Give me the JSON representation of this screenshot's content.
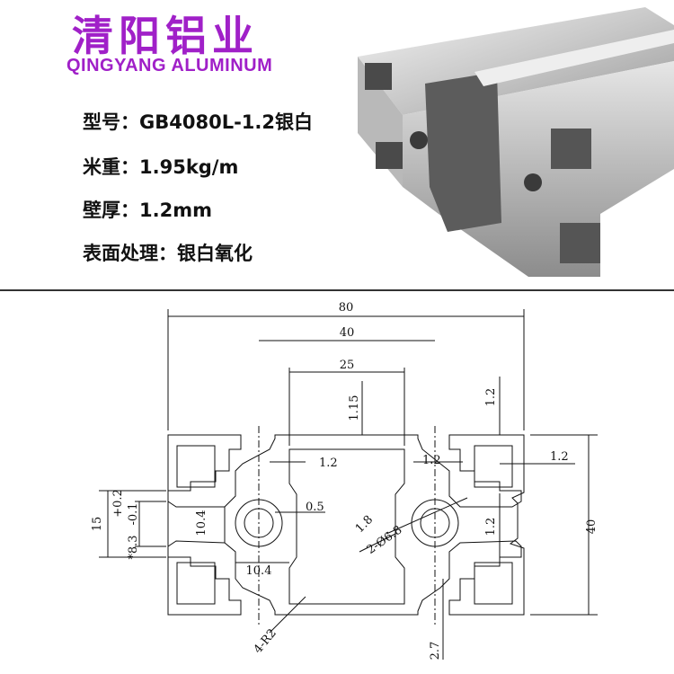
{
  "header": {
    "brand_cn": "清阳铝业",
    "brand_en": "QINGYANG ALUMINUM"
  },
  "specs": {
    "model": "型号：GB4080L-1.2银白",
    "weight": "米重：1.95kg/m",
    "wall": "壁厚：1.2mm",
    "finish": "表面处理：银白氧化"
  },
  "drawing": {
    "width_total": "80",
    "width_inner": "40",
    "slot_width": "25",
    "top_wall": "1.15",
    "corner_top": "1.2",
    "side_wall_right": "1.2",
    "inner_wall_left": "1.2",
    "inner_wall_right": "1.2",
    "rib": "1.2",
    "height_total": "40",
    "gap": "0.5",
    "web": "1.8",
    "hole": "2-Ø6.8",
    "core_h": "10.4",
    "core_w": "10.4",
    "slot_left": "15",
    "tol_a": "+0.2",
    "tol_b": "-0.1",
    "slot_depth": "*8.3",
    "radius": "4-R2",
    "bottom_lip": "2.7"
  },
  "colors": {
    "brand": "#a020c8",
    "aluminum": "#d4d4d4"
  }
}
